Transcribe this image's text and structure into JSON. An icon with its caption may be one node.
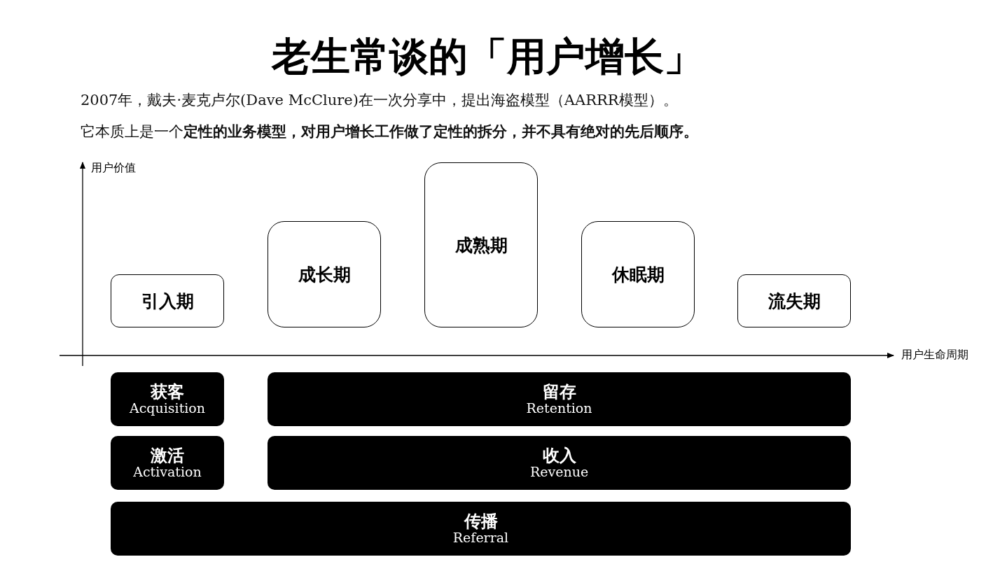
{
  "diagram": {
    "title": "老生常谈的「用户增长」",
    "nodes": [
      {
        "text": [
          "引入期"
        ]
      },
      {
        "text": [
          "成长期"
        ]
      },
      {
        "text": [
          "成熟期"
        ]
      },
      {
        "text": [
          "休眠期"
        ]
      },
      {
        "text": [
          "流失期"
        ]
      },
      {
        "text": [
          "获客",
          "Acquisition"
        ]
      },
      {
        "text": [
          "留存",
          "Retention"
        ]
      },
      {
        "text": [
          "激活",
          "Activation"
        ]
      },
      {
        "text": [
          "收入",
          "Revenue"
        ]
      },
      {
        "text": [
          "传播",
          "Referral"
        ]
      }
    ],
    "edges": [],
    "labels": [
      "2007年，戴夫·麦克卢尔(Dave McClure)在一次分享中，提出海盗模型（AARRR模型）。",
      "它本质上是一个**定性的业务模型，对用户增长工作做了定性的拆分，并不具有绝对的先后顺序。**",
      "用户价值",
      "用户生命周期"
    ]
  }
}
